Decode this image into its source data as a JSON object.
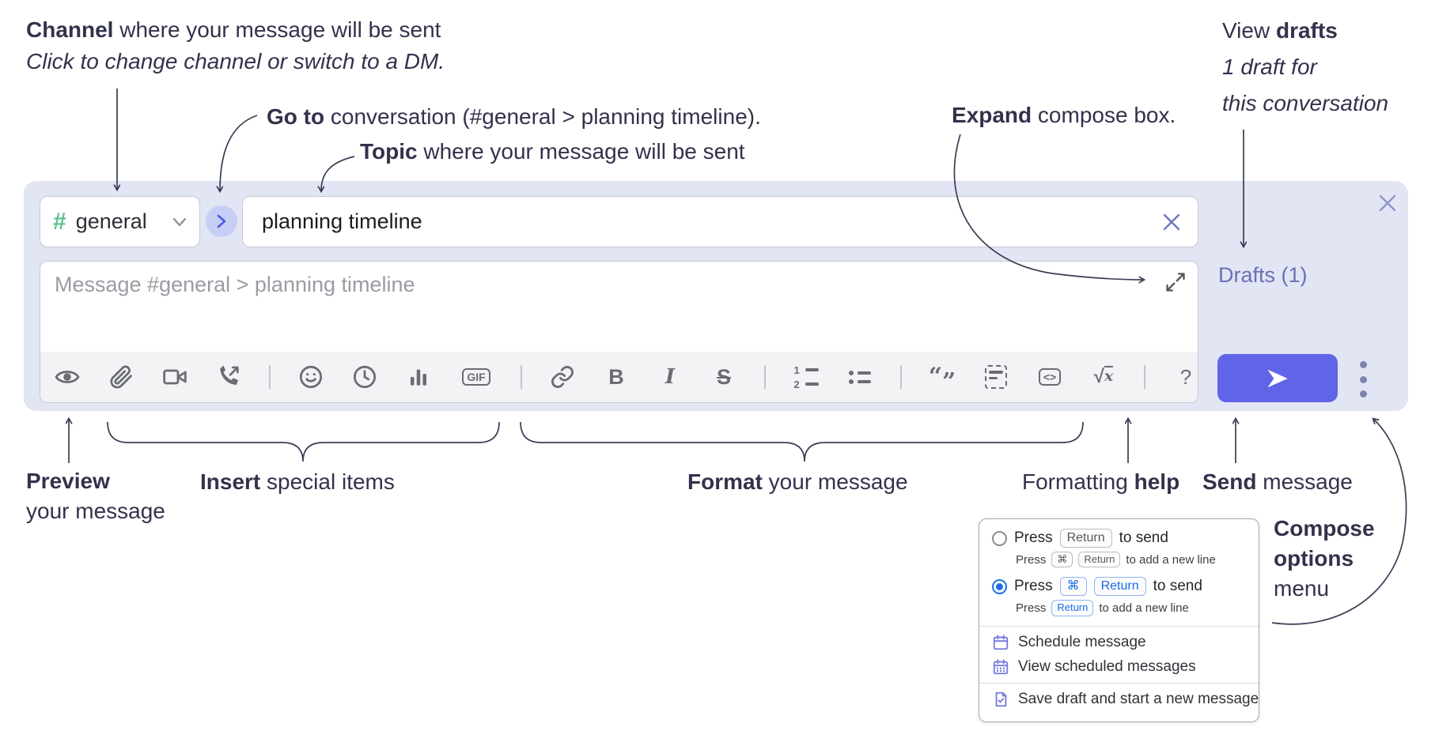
{
  "annotations": {
    "channel": {
      "bold": "Channel",
      "rest": " where your message will be sent",
      "line2": "Click to change channel or switch to a DM."
    },
    "goto": {
      "bold": "Go to",
      "rest": " conversation (#general > planning timeline)."
    },
    "topic": {
      "bold": "Topic",
      "rest": " where your message will be sent"
    },
    "expand": {
      "bold": "Expand",
      "rest": " compose box."
    },
    "view_drafts": {
      "line1_pre": "View ",
      "line1_bold": "drafts",
      "line2": "1 draft for",
      "line3": "this conversation"
    },
    "preview": {
      "bold": "Preview",
      "line2": "your message"
    },
    "insert": {
      "bold": "Insert",
      "rest": " special items"
    },
    "format": {
      "bold": "Format",
      "rest": " your message"
    },
    "formatting_help": {
      "pre": "Formatting ",
      "bold": "help"
    },
    "send": {
      "bold": "Send",
      "rest": " message"
    },
    "compose_options": {
      "line1": "Compose",
      "line2": "options",
      "line3": "menu"
    }
  },
  "compose": {
    "channel_hash": "#",
    "channel_name": "general",
    "topic_value": "planning timeline",
    "placeholder": "Message #general > planning timeline",
    "drafts_link": "Drafts (1)",
    "toolbar": {
      "gif": "GIF",
      "bold": "B",
      "italic": "I",
      "strike": "S",
      "quote_open": "“",
      "quote_close": "”",
      "code": "<>",
      "math_root": "√",
      "math_x": "x",
      "help": "?",
      "ol1": "1",
      "ol2": "2"
    }
  },
  "popup": {
    "options": [
      {
        "selected": false,
        "main_pre": "Press",
        "main_key1": "Return",
        "main_post": "to send",
        "sub_pre": "Press",
        "sub_key1": "⌘",
        "sub_key2": "Return",
        "sub_post": "to add a new line"
      },
      {
        "selected": true,
        "main_pre": "Press",
        "main_key1": "⌘",
        "main_key2": "Return",
        "main_post": "to send",
        "sub_pre": "Press",
        "sub_key1": "Return",
        "sub_post": "to add a new line"
      }
    ],
    "items": [
      {
        "label": "Schedule message"
      },
      {
        "label": "View scheduled messages"
      },
      {
        "label": "Save draft and start a new message"
      }
    ]
  },
  "colors": {
    "compose_bg": "#e2e5f3",
    "accent_send": "#6065e8",
    "hash_green": "#5fc08d",
    "link_purple": "#6a70b5",
    "kbd_blue": "#1b6ce0",
    "annotation": "#32324c",
    "menu_icon": "#7379df"
  }
}
